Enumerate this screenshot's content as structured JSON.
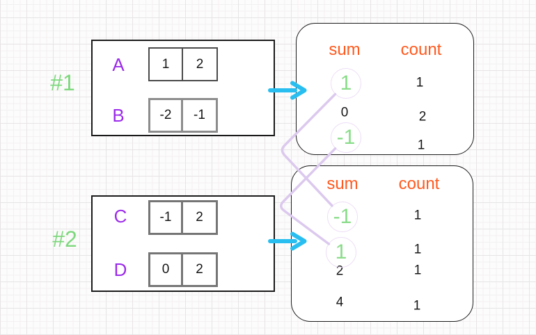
{
  "diagram": {
    "examples": [
      {
        "label": "#1",
        "arrays": [
          {
            "name": "A",
            "cells": [
              "1",
              "2"
            ]
          },
          {
            "name": "B",
            "cells": [
              "-2",
              "-1"
            ]
          }
        ],
        "table": {
          "sum_header": "sum",
          "count_header": "count",
          "rows": [
            {
              "sum": "1",
              "count": "1",
              "circled": true
            },
            {
              "sum": "0",
              "count": "2",
              "circled": false
            },
            {
              "sum": "-1",
              "count": "1",
              "circled": true
            }
          ]
        }
      },
      {
        "label": "#2",
        "arrays": [
          {
            "name": "C",
            "cells": [
              "-1",
              "2"
            ]
          },
          {
            "name": "D",
            "cells": [
              "0",
              "2"
            ]
          }
        ],
        "table": {
          "sum_header": "sum",
          "count_header": "count",
          "rows": [
            {
              "sum": "-1",
              "count": "1",
              "circled": true
            },
            {
              "sum": "1",
              "count": "1",
              "circled": true
            },
            {
              "sum": "2",
              "count": "1",
              "circled": false
            },
            {
              "sum": "4",
              "count": "1",
              "circled": false
            }
          ]
        }
      }
    ],
    "connections": [
      {
        "from": "map #1 sum 1",
        "to": "map #2 sum -1"
      },
      {
        "from": "map #1 sum -1",
        "to": "map #2 sum 1"
      }
    ],
    "colors": {
      "example_label_green": "#7ed87e",
      "array_name_purple": "#9b2bea",
      "header_orange": "#ff5a1f",
      "arrow_cyan": "#29bef0",
      "connector_lavender": "#dcc9ee",
      "circle_stroke": "#ecddf6",
      "circled_value_green": "#8adc8a"
    }
  }
}
